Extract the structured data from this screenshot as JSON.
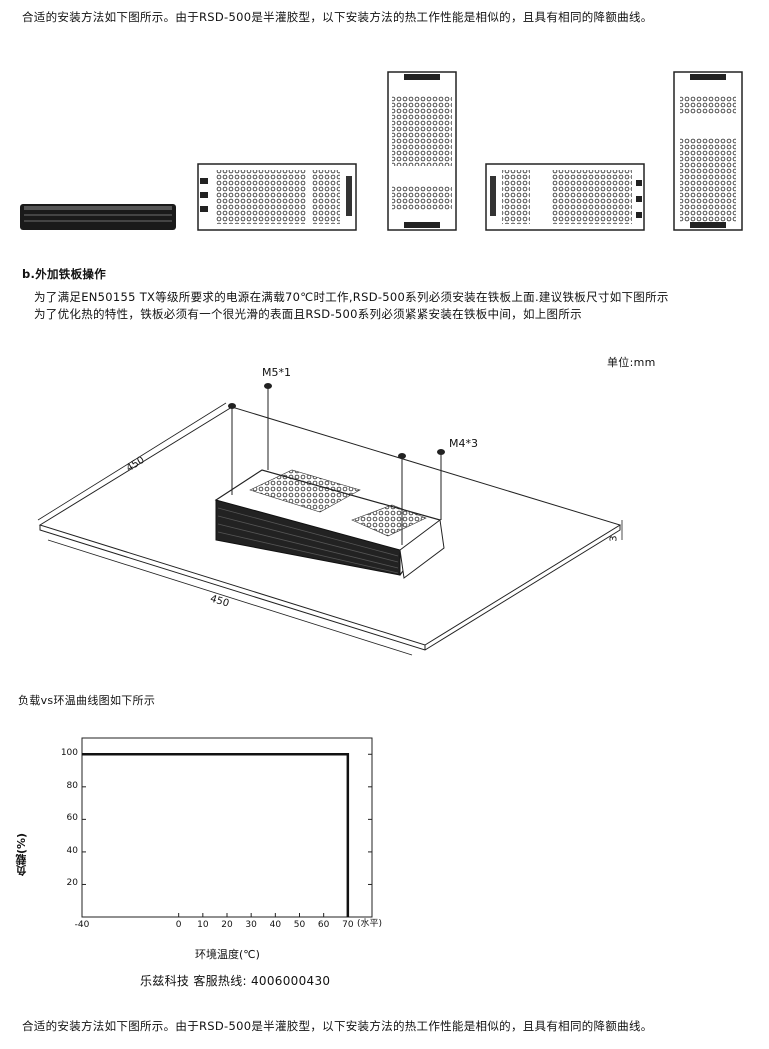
{
  "text": {
    "intro_line": "合适的安装方法如下图所示。由于RSD-500是半灌胶型，以下安装方法的热工作性能是相似的，且具有相同的降额曲线。",
    "section_b_title": "b.外加铁板操作",
    "req_line1": "为了满足EN50155 TX等级所要求的电源在满载70℃时工作,RSD-500系列必须安装在铁板上面.建议铁板尺寸如下图所示",
    "req_line2": "为了优化热的特性，铁板必须有一个很光滑的表面且RSD-500系列必须紧紧安装在铁板中间，如上图所示",
    "unit_label": "单位:mm",
    "screw_m5": "M5*1",
    "screw_m4": "M4*3",
    "dim_width": "450",
    "dim_length": "450",
    "dim_thickness": "3",
    "chart_intro": "负载vs环温曲线图如下所示",
    "hotline": "乐兹科技 客服热线:  4006000430",
    "footer_line": "合适的安装方法如下图所示。由于RSD-500是半灌胶型，以下安装方法的热工作性能是相似的，且具有相同的降额曲线。"
  },
  "chart_data": {
    "type": "line",
    "x": [
      -40,
      70,
      70
    ],
    "y": [
      100,
      100,
      0
    ],
    "xticks": [
      "-40",
      "0",
      "10",
      "20",
      "30",
      "40",
      "50",
      "60",
      "70"
    ],
    "yticks": [
      "20",
      "40",
      "60",
      "80",
      "100"
    ],
    "xlabel": "环境温度(℃)",
    "xlabel_note": "(水平)",
    "ylabel": "负载(%)",
    "xlim": [
      -40,
      80
    ],
    "ylim": [
      0,
      110
    ],
    "grid": false
  }
}
